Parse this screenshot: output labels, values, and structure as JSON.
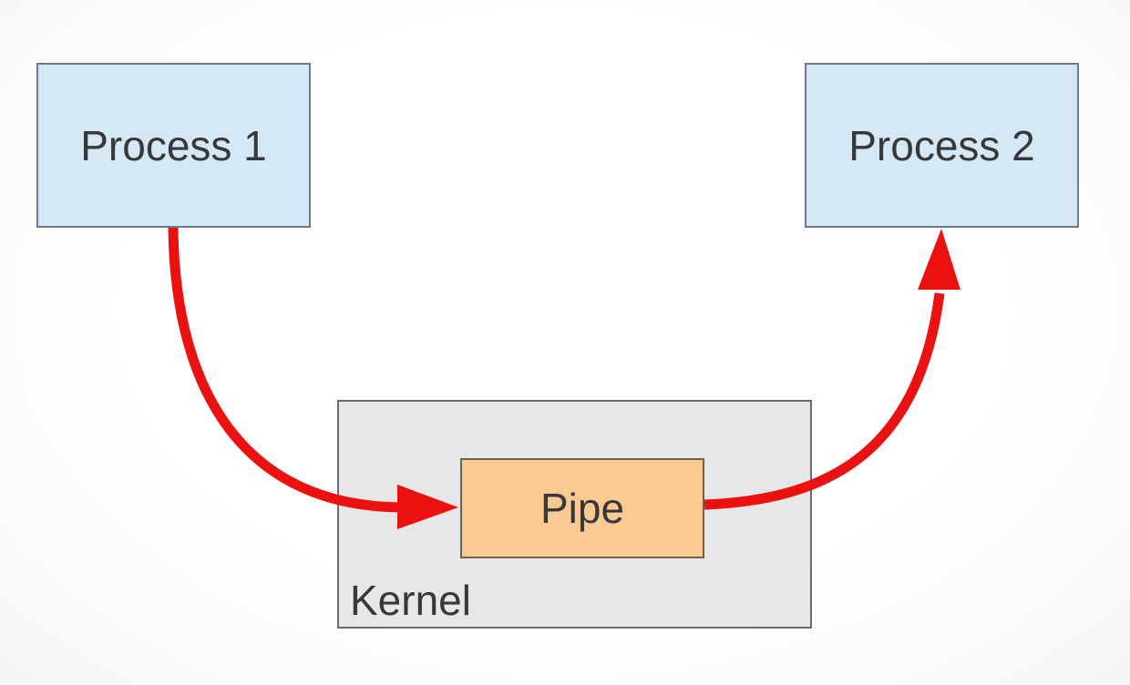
{
  "diagram": {
    "nodes": {
      "process1": {
        "label": "Process 1",
        "fill": "#d5e8f6",
        "border": "#6b7a85"
      },
      "process2": {
        "label": "Process 2",
        "fill": "#d5e8f6",
        "border": "#6b7a85"
      },
      "kernel": {
        "label": "Kernel",
        "fill": "#e7e7e7",
        "border": "#6b6b6b"
      },
      "pipe": {
        "label": "Pipe",
        "fill": "#fbc992",
        "border": "#6f6253"
      }
    },
    "arrows": {
      "color": "#ec1111",
      "items": [
        {
          "name": "process1-to-pipe",
          "from": "Process 1",
          "to": "Pipe"
        },
        {
          "name": "pipe-to-process2",
          "from": "Pipe",
          "to": "Process 2"
        }
      ]
    },
    "text_color": "#383838"
  }
}
